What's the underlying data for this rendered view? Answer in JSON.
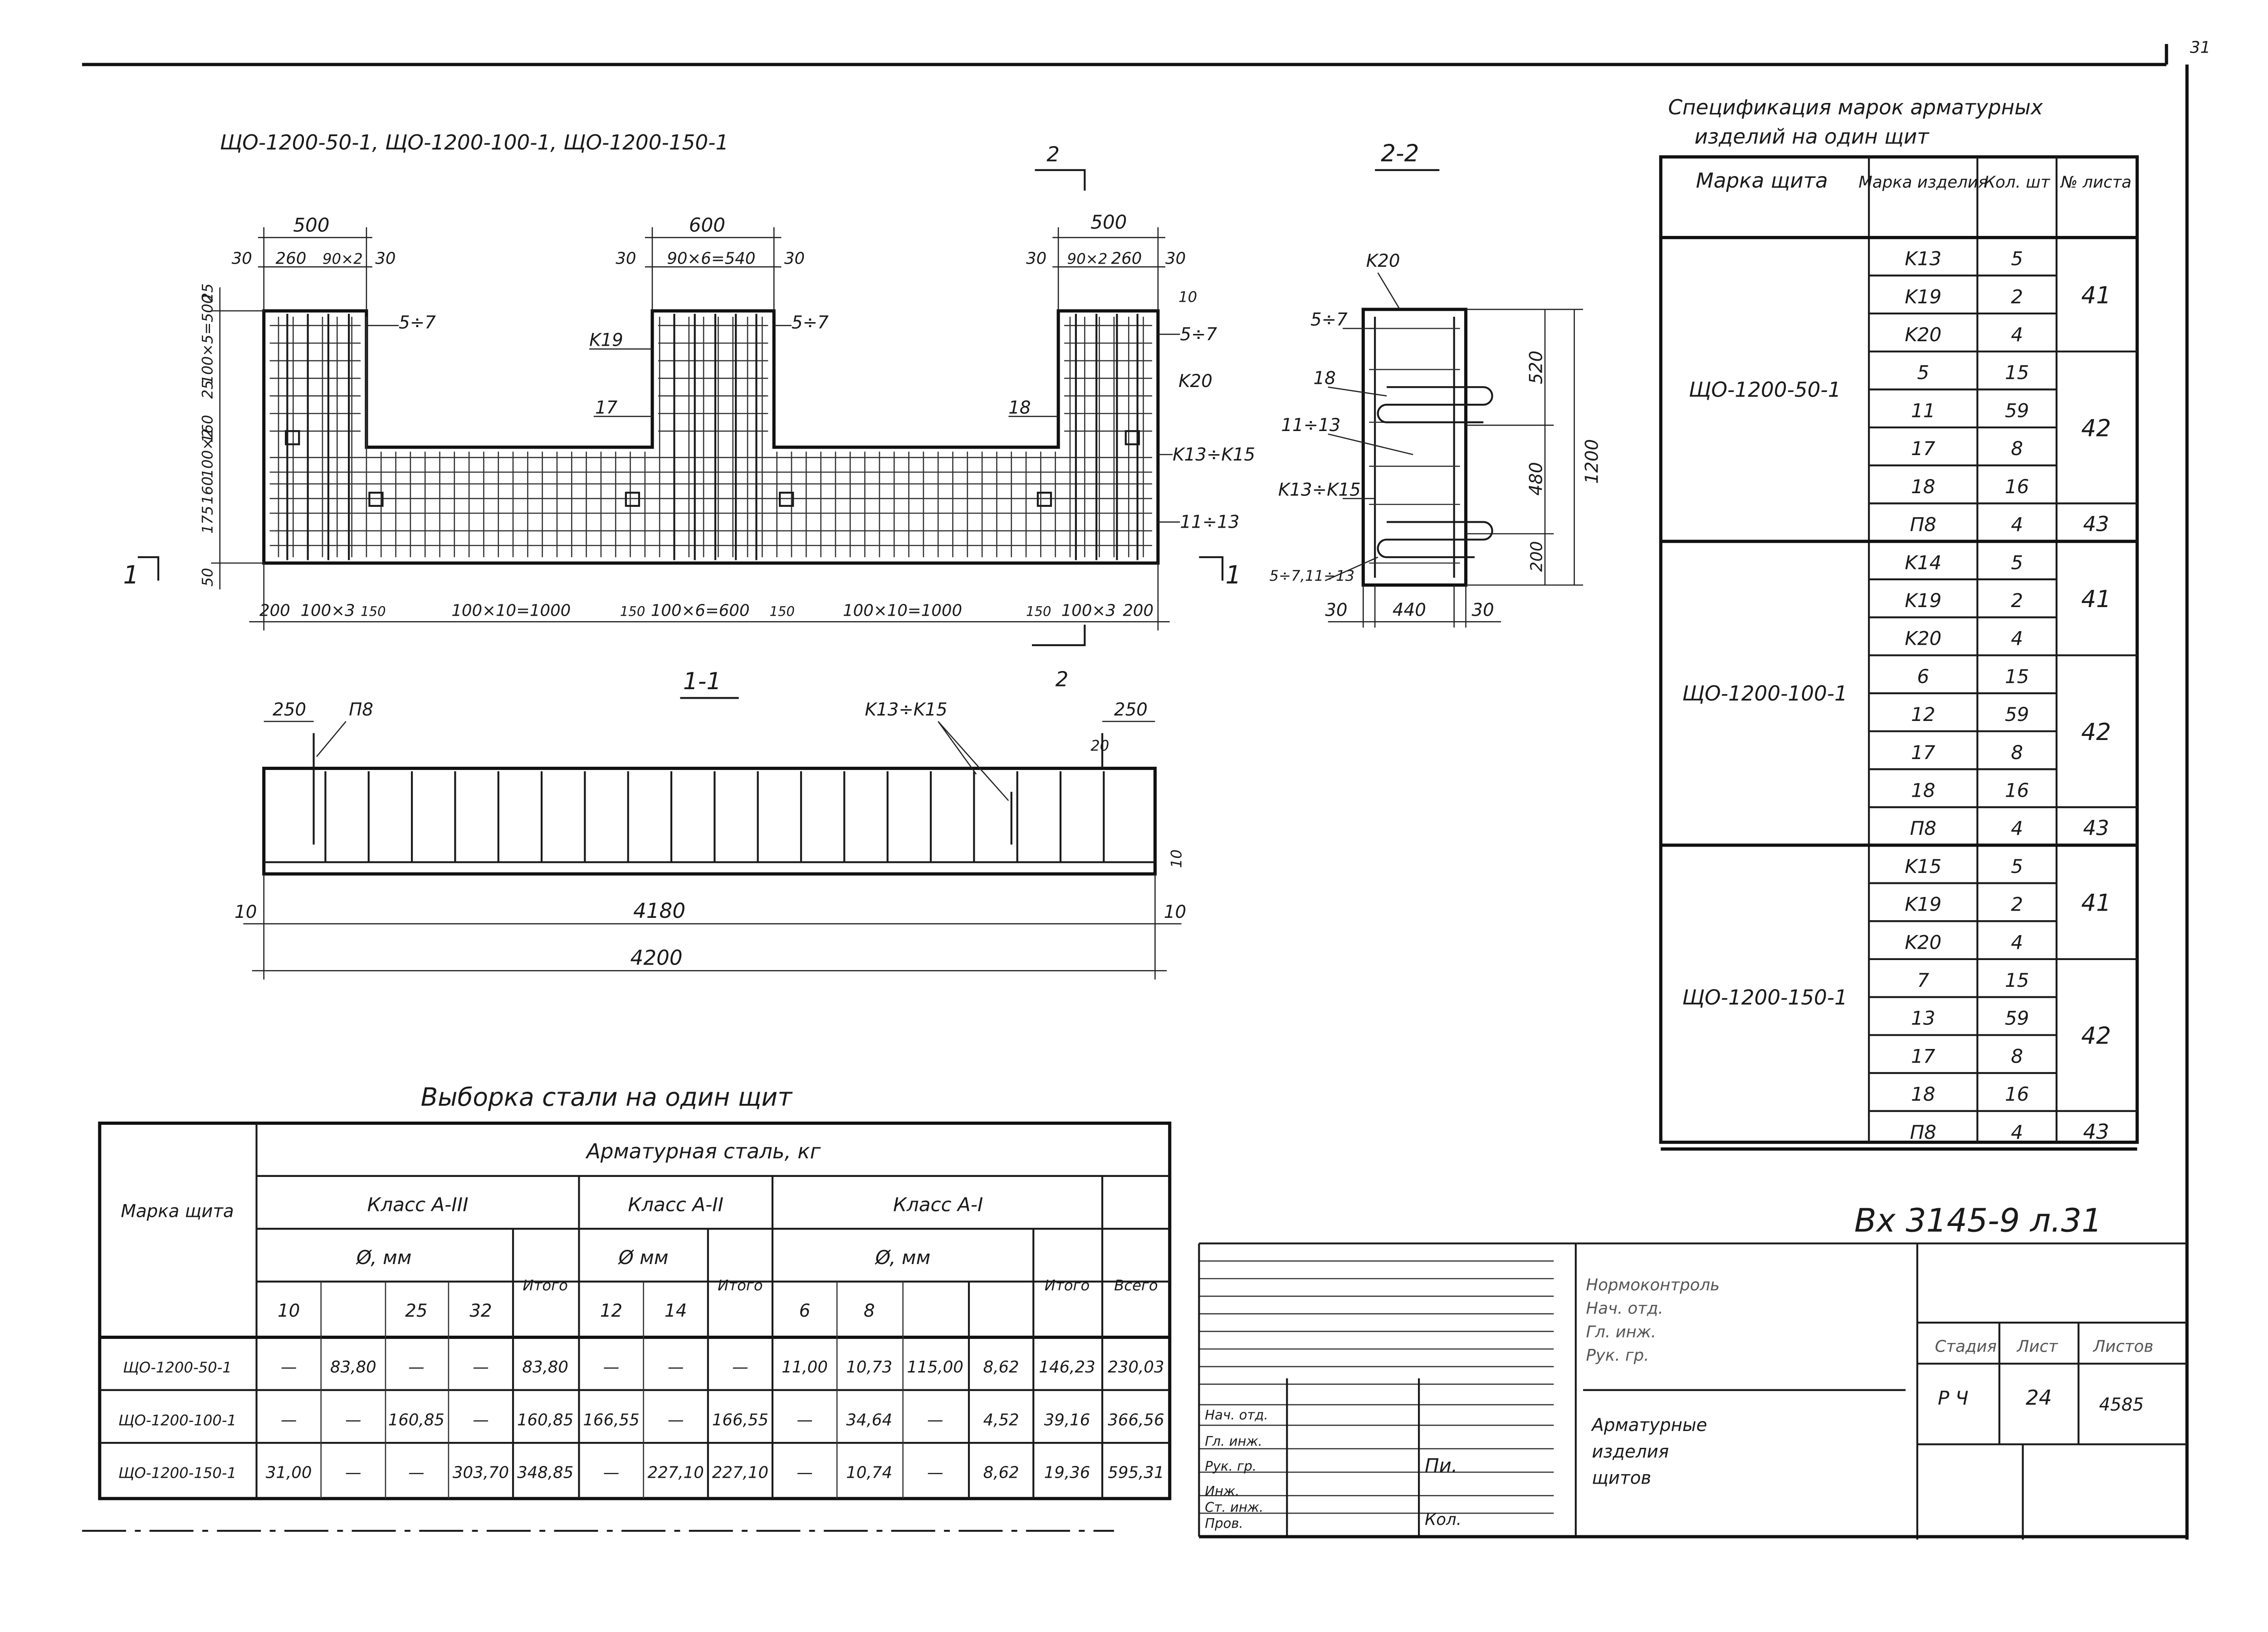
{
  "header": {
    "title": "ЩО-1200-50-1, ЩО-1200-100-1, ЩО-1200-150-1",
    "corner": "31"
  },
  "elevation": {
    "top_dims": [
      "500",
      "30",
      "260",
      "90×2",
      "30",
      "600",
      "30",
      "90×6=540",
      "30",
      "500",
      "30",
      "90×2",
      "260",
      "30"
    ],
    "bottom_dims": [
      "50",
      "200",
      "100×3",
      "150",
      "100×10=1000",
      "150",
      "100×6=600",
      "150",
      "100×10=1000",
      "150",
      "100×3",
      "200"
    ],
    "left_dims": [
      "25",
      "100×5=500",
      "25",
      "160",
      "100×2",
      "160",
      "175",
      "50"
    ],
    "right_dims": [
      "10",
      "5÷7",
      "K20",
      "K13÷K15",
      "11÷13"
    ],
    "callouts": [
      "5÷7",
      "K19",
      "5÷7",
      "17",
      "18"
    ],
    "section_marks": [
      "2",
      "2",
      "1",
      "1"
    ]
  },
  "section_22": {
    "title": "2-2",
    "labels": [
      "K20",
      "5÷7",
      "18",
      "11÷13",
      "K13÷K15",
      "5÷7,11÷13"
    ],
    "dims": [
      "520",
      "480",
      "1200",
      "200",
      "30",
      "440",
      "30"
    ]
  },
  "section_11": {
    "title": "1-1",
    "labels": [
      "250",
      "П8",
      "K13÷K15",
      "20",
      "250",
      "10"
    ],
    "dims": [
      "10",
      "4180",
      "10",
      "4200"
    ]
  },
  "steel_table": {
    "title": "Выборка стали на один щит",
    "head_main": "Арматурная сталь, кг",
    "col_mark": "Марка щита",
    "class_a3": "Класс А-III",
    "class_a2": "Класс А-II",
    "class_a1": "Класс А-I",
    "diam_a3": "Ø, мм",
    "diam_a2": "Ø мм",
    "diam_a1": "Ø, мм",
    "itogo": "Итого",
    "vsego": "Всего",
    "sub_a3": [
      "10",
      "",
      "25",
      "32",
      "Итого"
    ],
    "sub_a2": [
      "12",
      "14",
      "Итого"
    ],
    "sub_a1": [
      "6",
      "8",
      "",
      "",
      "Итого"
    ],
    "rows": [
      [
        "ЩО-1200-50-1",
        "—",
        "83,80",
        "—",
        "—",
        "83,80",
        "—",
        "—",
        "—",
        "11,00",
        "10,73",
        "115,00",
        "8,62",
        "146,23",
        "230,03"
      ],
      [
        "ЩО-1200-100-1",
        "—",
        "—",
        "160,85",
        "—",
        "160,85",
        "166,55",
        "—",
        "166,55",
        "—",
        "34,64",
        "—",
        "4,52",
        "39,16",
        "366,56"
      ],
      [
        "ЩО-1200-150-1",
        "31,00",
        "—",
        "—",
        "303,70",
        "348,85",
        "—",
        "227,10",
        "227,10",
        "—",
        "10,74",
        "—",
        "8,62",
        "19,36",
        "595,31"
      ]
    ]
  },
  "spec_table": {
    "title_line1": "Спецификация марок арматурных",
    "title_line2": "изделий на один щит",
    "headers": [
      "Марка щита",
      "Марка изделия",
      "Кол. шт",
      "№ листа"
    ],
    "groups": [
      {
        "shield": "ЩО-1200-50-1",
        "items": [
          [
            "K13",
            "5"
          ],
          [
            "K19",
            "2"
          ],
          [
            "K20",
            "4"
          ],
          [
            "5",
            "15"
          ],
          [
            "11",
            "59"
          ],
          [
            "17",
            "8"
          ],
          [
            "18",
            "16"
          ],
          [
            "П8",
            "4"
          ]
        ],
        "sheets": [
          "41",
          "42",
          "43"
        ]
      },
      {
        "shield": "ЩО-1200-100-1",
        "items": [
          [
            "K14",
            "5"
          ],
          [
            "K19",
            "2"
          ],
          [
            "K20",
            "4"
          ],
          [
            "6",
            "15"
          ],
          [
            "12",
            "59"
          ],
          [
            "17",
            "8"
          ],
          [
            "18",
            "16"
          ],
          [
            "П8",
            "4"
          ]
        ],
        "sheets": [
          "41",
          "42",
          "43"
        ]
      },
      {
        "shield": "ЩО-1200-150-1",
        "items": [
          [
            "K15",
            "5"
          ],
          [
            "K19",
            "2"
          ],
          [
            "K20",
            "4"
          ],
          [
            "7",
            "15"
          ],
          [
            "13",
            "59"
          ],
          [
            "17",
            "8"
          ],
          [
            "18",
            "16"
          ],
          [
            "П8",
            "4"
          ]
        ],
        "sheets": [
          "41",
          "42",
          "43"
        ]
      }
    ]
  },
  "title_block": {
    "code": "Вх 3145-9 л.31",
    "stage": "Р Ч",
    "sheet": "24",
    "number": "4585",
    "left_labels": [
      "Нач. отд.",
      "Гл. инж.",
      "Рук. гр.",
      "Инж.",
      "Ст. инж.",
      "Пров."
    ],
    "signatures": [
      "Пи.",
      "Кол."
    ],
    "col1_lines": [
      "Нормоконтроль",
      "Нач. отд.",
      "Гл. инж.",
      "Рук. гр."
    ],
    "col2_lines": [
      "Арматурные",
      "изделия",
      "щитов"
    ],
    "small_labels": [
      "Стадия",
      "Лист",
      "Листов"
    ]
  }
}
